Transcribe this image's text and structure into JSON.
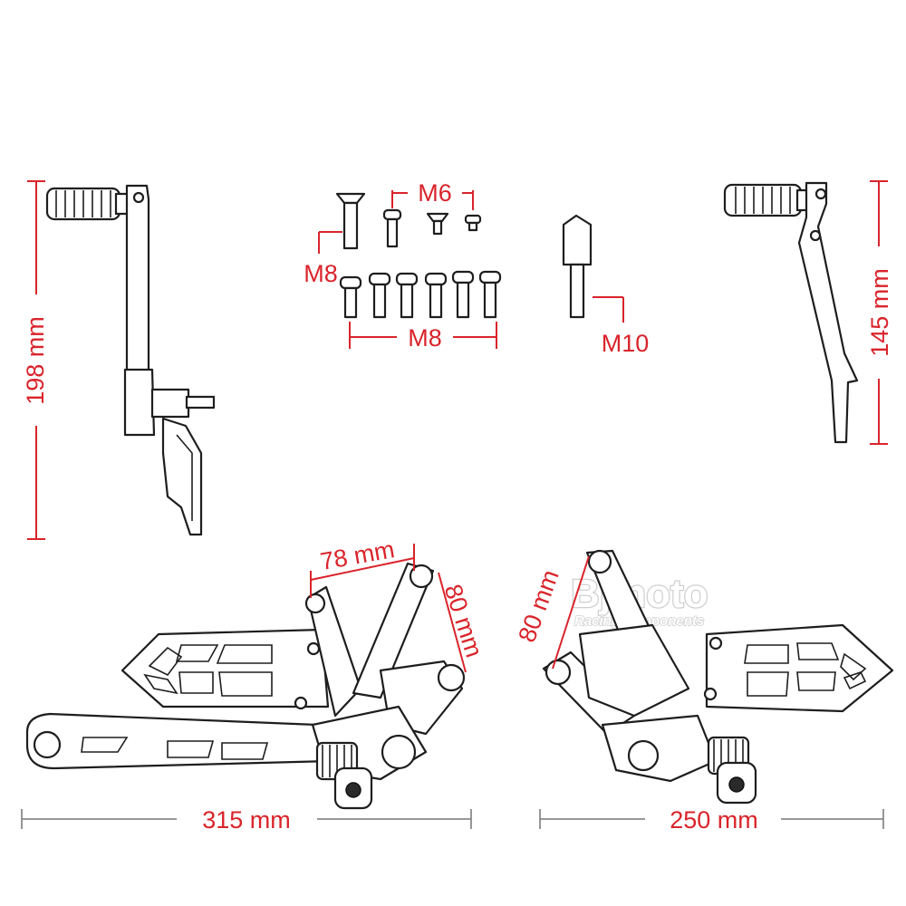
{
  "colors": {
    "dimension_red": "#d9242b",
    "dimension_gray": "#8a8a8a",
    "line_art": "#1e1e1e"
  },
  "watermark": {
    "brand": "Bjmoto",
    "tagline": "Racing components"
  },
  "dimensions": {
    "height_left": "198 mm",
    "height_right": "145 mm",
    "link_length": "78 mm",
    "link_height_left": "80 mm",
    "link_height_right": "80 mm",
    "width_left": "315 mm",
    "width_right": "250 mm"
  },
  "bolts": {
    "m6": "M6",
    "m8_single": "M8",
    "m8_row": "M8",
    "m10": "M10"
  }
}
